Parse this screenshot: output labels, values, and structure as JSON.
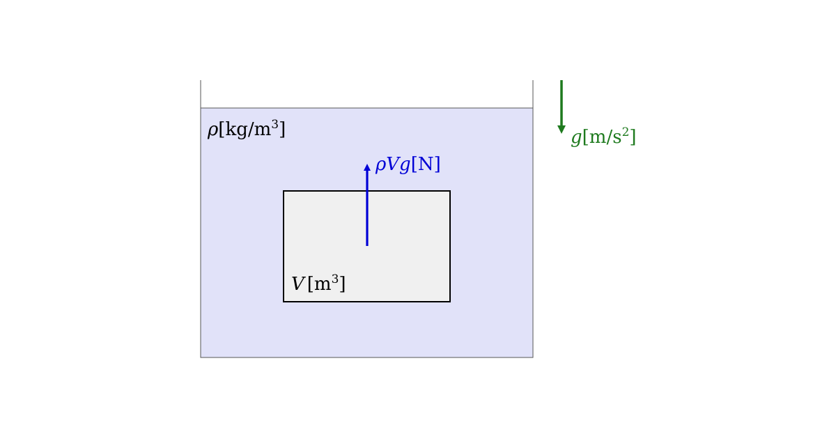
{
  "colors": {
    "fluid_fill": "#e1e2f9",
    "object_fill": "#f0f0f0",
    "buoyancy": "#0000d6",
    "gravity": "#1e7a1e",
    "outline": "#000000",
    "container_wall": "#555555"
  },
  "labels": {
    "density": {
      "symbol": "ρ",
      "unit_open": "[kg/m",
      "unit_exp": "3",
      "unit_close": "]"
    },
    "volume": {
      "symbol": "V",
      "unit_open": "[m",
      "unit_exp": "3",
      "unit_close": "]"
    },
    "buoyant_force": {
      "symbol": "ρVg",
      "unit": "[N]"
    },
    "gravity": {
      "symbol": "g",
      "unit_open": "[m/s",
      "unit_exp": "2",
      "unit_close": "]"
    }
  }
}
